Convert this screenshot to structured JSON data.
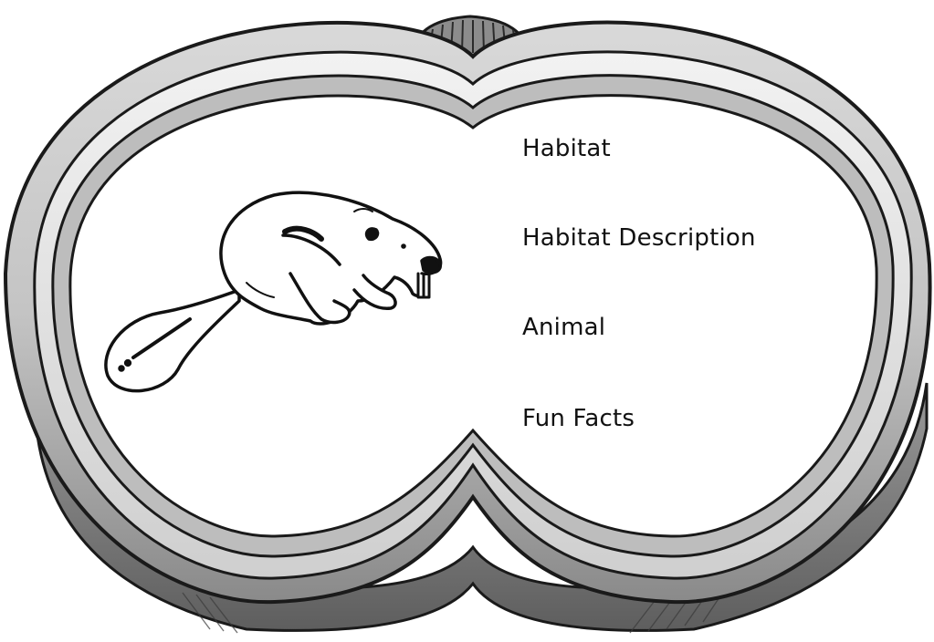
{
  "viewer": {
    "labels": {
      "habitat": "Habitat",
      "habitat_description": "Habitat Description",
      "animal": "Animal",
      "fun_facts": "Fun Facts"
    },
    "illustration": "beaver"
  },
  "colors": {
    "lens": "#ffffff",
    "rim_light": "#e2e2e2",
    "rim_mid": "#b9b9b9",
    "rim_dark": "#7d7d7d",
    "outline": "#1a1a1a"
  }
}
